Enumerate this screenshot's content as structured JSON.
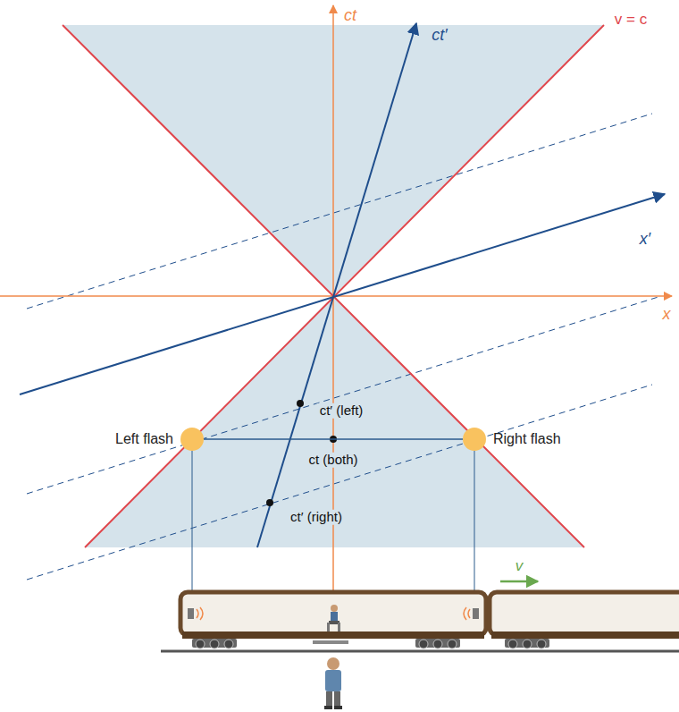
{
  "diagram": {
    "nodes": [
      {
        "text": [
          "Left flash"
        ]
      },
      {
        "text": [
          "Right flash"
        ]
      }
    ],
    "edges": [
      {
        "from": 0,
        "to": 1,
        "arrow": "none"
      }
    ],
    "labels": [
      "ct",
      "v = c",
      "ct′",
      "x′",
      "x",
      "ct′ (left)",
      "ct (both)",
      "ct′ (right)",
      "v"
    ]
  }
}
